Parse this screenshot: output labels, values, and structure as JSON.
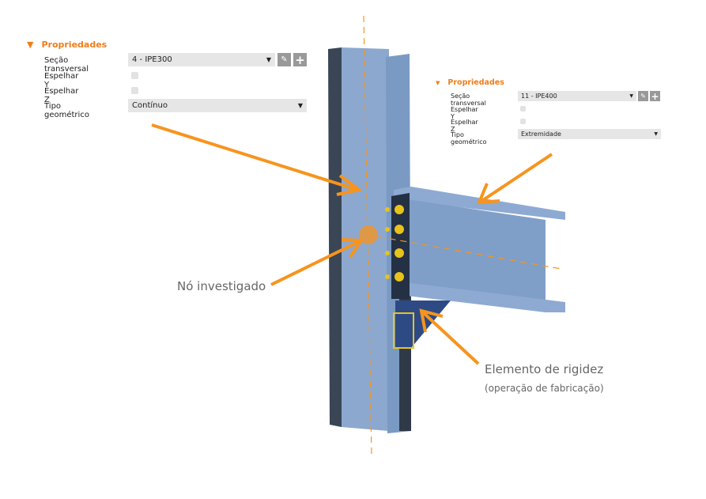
{
  "panel1": {
    "title": "Propriedades",
    "section_label": "Seção transversal",
    "section_value": "4 - IPE300",
    "mirror_y": "Espelhar Y",
    "mirror_z": "Espelhar Z",
    "geom_label": "Tipo geométrico",
    "geom_value": "Contínuo"
  },
  "panel2": {
    "title": "Propriedades",
    "section_label": "Seção transversal",
    "section_value": "11 - IPE400",
    "mirror_y": "Espelhar Y",
    "mirror_z": "Espelhar Z",
    "geom_label": "Tipo geométrico",
    "geom_value": "Extremidade"
  },
  "annotations": {
    "node": "Nó investigado",
    "stiffener": "Elemento de rigidez",
    "stiffener_note": "(operação de fabricação)"
  },
  "colors": {
    "accent": "#f7941d",
    "steel": "#7f9fc8",
    "steel_dark": "#3a4556"
  }
}
